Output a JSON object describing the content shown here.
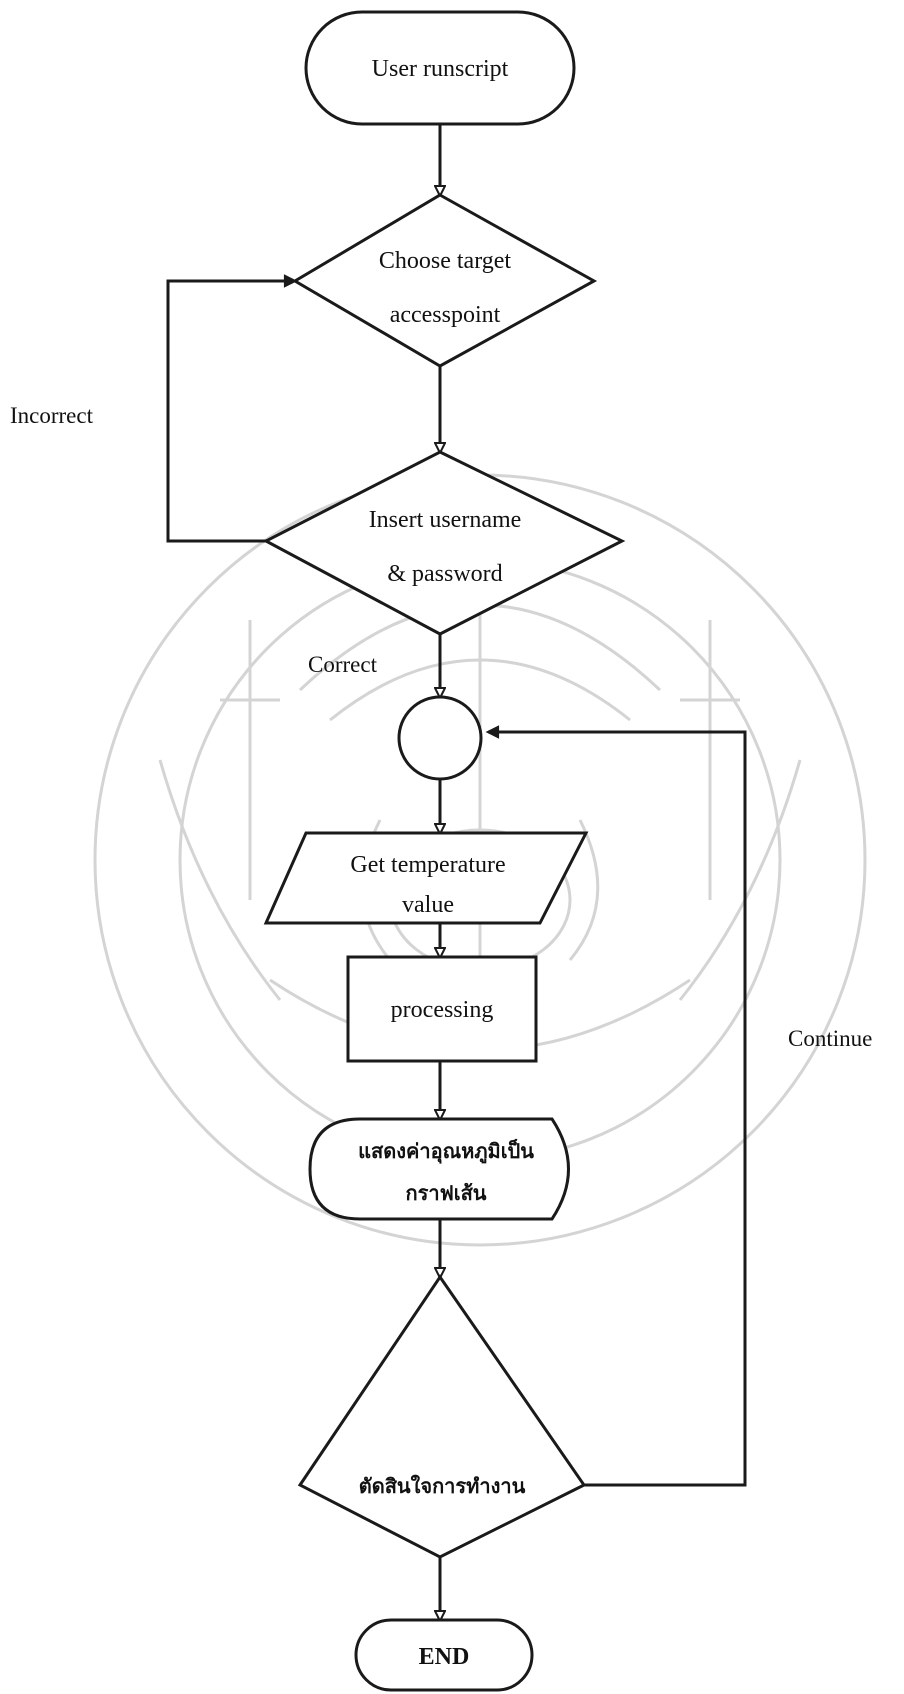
{
  "nodes": {
    "start": "User runscript",
    "choose_ap": [
      "Choose target",
      "accesspoint"
    ],
    "login": [
      "Insert username",
      "& password"
    ],
    "get_temp": [
      "Get temperature",
      "value"
    ],
    "process": "processing",
    "display": [
      "แสดงค่าอุณหภูมิเป็น",
      "กราฟเส้น"
    ],
    "decide": "ตัดสินใจการทำงาน",
    "end": "END"
  },
  "edge_labels": {
    "incorrect": "Incorrect",
    "correct": "Correct",
    "continue": "Continue"
  },
  "colors": {
    "line": "#1a1a1a",
    "watermark": "#d4d4d4"
  }
}
